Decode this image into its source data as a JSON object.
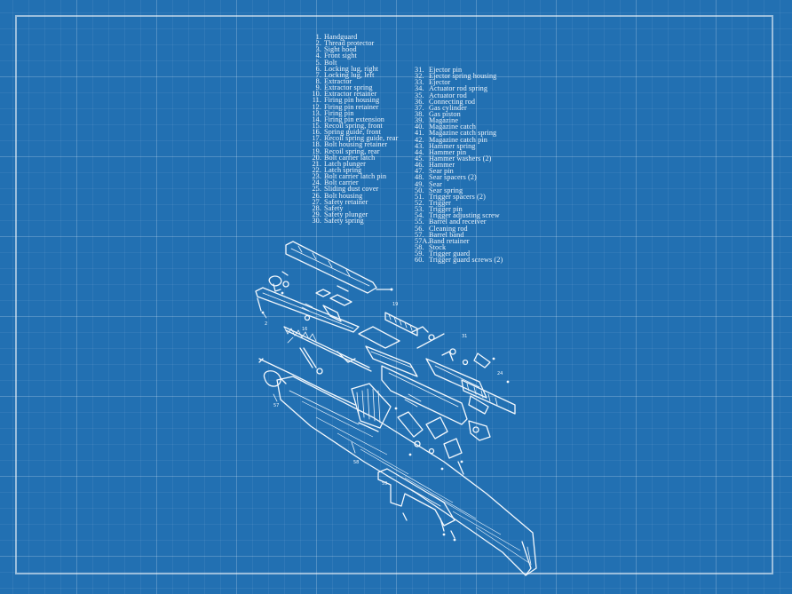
{
  "parts_list": {
    "column_1": [
      {
        "num": "1.",
        "name": "Handguard"
      },
      {
        "num": "2.",
        "name": "Thread protector"
      },
      {
        "num": "3.",
        "name": "Sight hood"
      },
      {
        "num": "4.",
        "name": "Front sight"
      },
      {
        "num": "5.",
        "name": "Bolt"
      },
      {
        "num": "6.",
        "name": "Locking lug, right"
      },
      {
        "num": "7.",
        "name": "Locking lug, left"
      },
      {
        "num": "8.",
        "name": "Extractor"
      },
      {
        "num": "9.",
        "name": "Extractor spring"
      },
      {
        "num": "10.",
        "name": "Extractor retainer"
      },
      {
        "num": "11.",
        "name": "Firing pin housing"
      },
      {
        "num": "12.",
        "name": "Firing pin retainer"
      },
      {
        "num": "13.",
        "name": "Firing pin"
      },
      {
        "num": "14.",
        "name": "Firing pin extension"
      },
      {
        "num": "15.",
        "name": "Recoil spring, front"
      },
      {
        "num": "16.",
        "name": "Spring guide, front"
      },
      {
        "num": "17.",
        "name": "Recoil spring guide, rear"
      },
      {
        "num": "18.",
        "name": "Bolt housing retainer"
      },
      {
        "num": "19.",
        "name": "Recoil spring, rear"
      },
      {
        "num": "20.",
        "name": "Bolt carrier latch"
      },
      {
        "num": "21.",
        "name": "Latch plunger"
      },
      {
        "num": "22.",
        "name": "Latch spring"
      },
      {
        "num": "23.",
        "name": "Bolt carrier latch pin"
      },
      {
        "num": "24.",
        "name": "Bolt carrier"
      },
      {
        "num": "25.",
        "name": "Sliding dust cover"
      },
      {
        "num": "26.",
        "name": "Bolt housing"
      },
      {
        "num": "27.",
        "name": "Safety retainer"
      },
      {
        "num": "28.",
        "name": "Safety"
      },
      {
        "num": "29.",
        "name": "Safety plunger"
      },
      {
        "num": "30.",
        "name": "Safety spring"
      }
    ],
    "column_2": [
      {
        "num": "31.",
        "name": "Ejector pin"
      },
      {
        "num": "32.",
        "name": "Ejector spring housing"
      },
      {
        "num": "33.",
        "name": "Ejector"
      },
      {
        "num": "34.",
        "name": "Actuator rod spring"
      },
      {
        "num": "35.",
        "name": "Actuator rod"
      },
      {
        "num": "36.",
        "name": "Connecting rod"
      },
      {
        "num": "37.",
        "name": "Gas cylinder"
      },
      {
        "num": "38.",
        "name": "Gas piston"
      },
      {
        "num": "39.",
        "name": "Magazine"
      },
      {
        "num": "40.",
        "name": "Magazine catch"
      },
      {
        "num": "41.",
        "name": "Magazine catch spring"
      },
      {
        "num": "42.",
        "name": "Magazine catch pin"
      },
      {
        "num": "43.",
        "name": "Hammer spring"
      },
      {
        "num": "44.",
        "name": "Hammer pin"
      },
      {
        "num": "45.",
        "name": "Hammer washers (2)"
      },
      {
        "num": "46.",
        "name": "Hammer"
      },
      {
        "num": "47.",
        "name": "Sear pin"
      },
      {
        "num": "48.",
        "name": "Sear spacers (2)"
      },
      {
        "num": "49.",
        "name": "Sear"
      },
      {
        "num": "50.",
        "name": "Sear spring"
      },
      {
        "num": "51.",
        "name": "Trigger spacers (2)"
      },
      {
        "num": "52.",
        "name": "Trigger"
      },
      {
        "num": "53.",
        "name": "Trigger pin"
      },
      {
        "num": "54.",
        "name": "Trigger adjusting screw"
      },
      {
        "num": "55.",
        "name": "Barrel and receiver"
      },
      {
        "num": "56.",
        "name": "Cleaning rod"
      },
      {
        "num": "57.",
        "name": "Barrel band"
      },
      {
        "num": "57A.",
        "name": "Band retainer"
      },
      {
        "num": "58.",
        "name": "Stock"
      },
      {
        "num": "59.",
        "name": "Trigger guard"
      },
      {
        "num": "60.",
        "name": "Trigger guard screws (2)"
      }
    ]
  },
  "colors": {
    "background": "#2270b2",
    "line": "#f3f8fd"
  }
}
